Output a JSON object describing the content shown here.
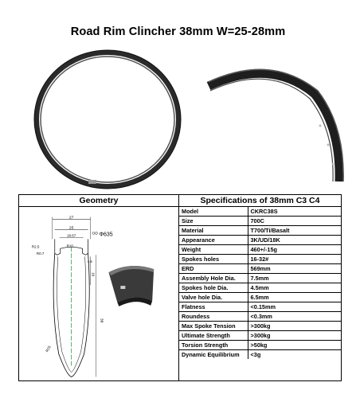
{
  "title": "Road Rim Clincher 38mm W=25-28mm",
  "geometry_header": "Geometry",
  "specs_header": "Specifications of 38mm C3 C4",
  "geometry_labels": {
    "outer_width": "27",
    "inner_width": "25",
    "hook_width": "18.67",
    "od": "OD",
    "od_value": "Φ635",
    "r25": "R2.5",
    "r07": "R0.7",
    "r10": "R10",
    "rim_depth": "38",
    "d10": "10",
    "d45": "4.5",
    "r25b": "R25"
  },
  "specs": [
    {
      "label": "Model",
      "value": "CKRC38S"
    },
    {
      "label": "Size",
      "value": "700C"
    },
    {
      "label": "Material",
      "value": "T700/Ti/Basalt"
    },
    {
      "label": "Appearance",
      "value": "3K/UD/18K"
    },
    {
      "label": "Weight",
      "value": "460+/-15g"
    },
    {
      "label": "Spokes holes",
      "value": "16-32#"
    },
    {
      "label": "ERD",
      "value": "569mm"
    },
    {
      "label": "Assembly Hole Dia.",
      "value": "7.5mm"
    },
    {
      "label": "Spokes hole Dia.",
      "value": "4.5mm"
    },
    {
      "label": "Valve hole Dia.",
      "value": "6.5mm"
    },
    {
      "label": "Flatness",
      "value": "<0.15mm"
    },
    {
      "label": "Roundess",
      "value": "<0.3mm"
    },
    {
      "label": "Max Spoke Tension",
      "value": ">300kg"
    },
    {
      "label": "Ultimate Strength",
      "value": ">300kg"
    },
    {
      "label": "Torsion Strength",
      "value": ">50kg"
    },
    {
      "label": "Dynamic Equilibrium",
      "value": "<3g"
    }
  ]
}
